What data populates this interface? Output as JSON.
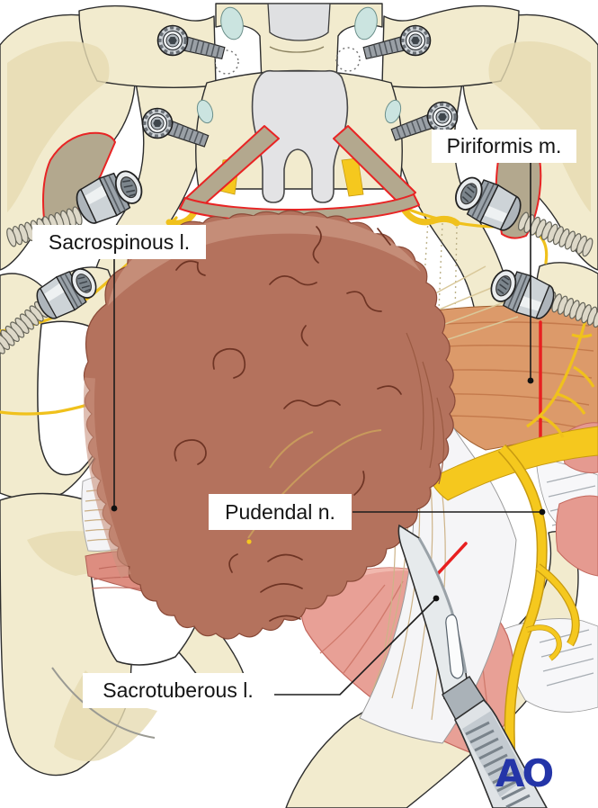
{
  "labels": {
    "sacrospinous": "Sacrospinous l.",
    "piriformis": "Piriformis m.",
    "pudendal": "Pudendal n.",
    "sacrotuberous": "Sacrotuberous l."
  },
  "logo": {
    "text": "AO",
    "color": "#2435a8"
  },
  "palette": {
    "bone": "#f2ebce",
    "bone_shade": "#e6dbb2",
    "nerve_yellow": "#f5c81e",
    "cut_red": "#e82020",
    "cut_edge_tan": "#b3a88e",
    "tumor_brown": "#b4725d",
    "piriformis_orange": "#dc9a6a",
    "muscle_pink": "#e8a096",
    "ligament_white": "#f5f5f7",
    "cartilage_blue": "#cbe4e0",
    "metal_gray": "#cdd3d7"
  }
}
